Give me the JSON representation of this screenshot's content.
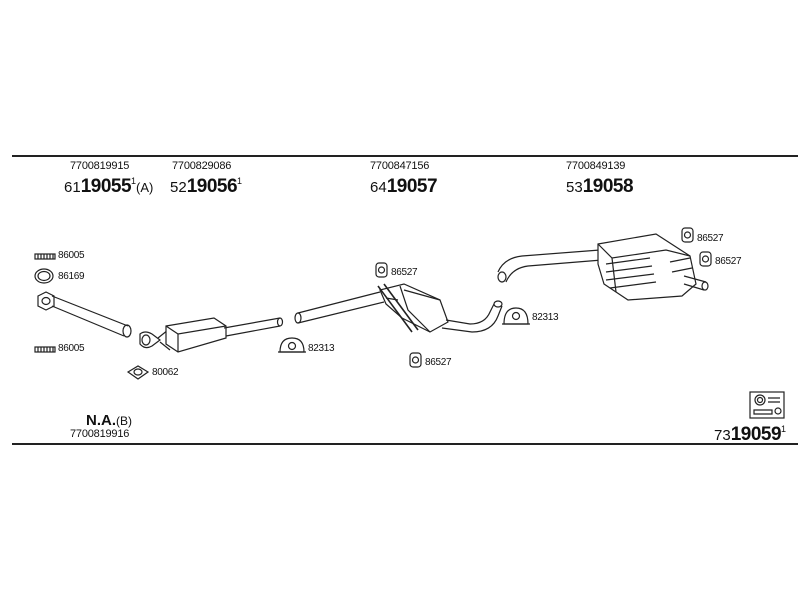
{
  "groups": [
    {
      "part_number": "7700819915",
      "ref_prefix": "61",
      "ref_main": "19055",
      "ref_sup": "1",
      "ref_suffix": "(A)"
    },
    {
      "part_number": "7700829086",
      "ref_prefix": "52",
      "ref_main": "19056",
      "ref_sup": "1",
      "ref_suffix": ""
    },
    {
      "part_number": "7700847156",
      "ref_prefix": "64",
      "ref_main": "19057",
      "ref_sup": "",
      "ref_suffix": ""
    },
    {
      "part_number": "7700849139",
      "ref_prefix": "53",
      "ref_main": "19058",
      "ref_sup": "",
      "ref_suffix": ""
    }
  ],
  "bottom_left": {
    "ref_main": "N.A.",
    "ref_suffix": "(B)",
    "part_number": "7700819916"
  },
  "bottom_right": {
    "ref_prefix": "73",
    "ref_main": "19059",
    "ref_sup": "1"
  },
  "labels": {
    "clamp_top_left": "86005",
    "ring_left": "86169",
    "clamp_bottom_left": "86005",
    "gasket_front": "80062",
    "clamp_mid": "82313",
    "hanger_center_top": "86527",
    "hanger_center_bottom": "86527",
    "clamp_right": "82313",
    "hanger_right_top": "86527",
    "hanger_right_bottom": "86527"
  }
}
